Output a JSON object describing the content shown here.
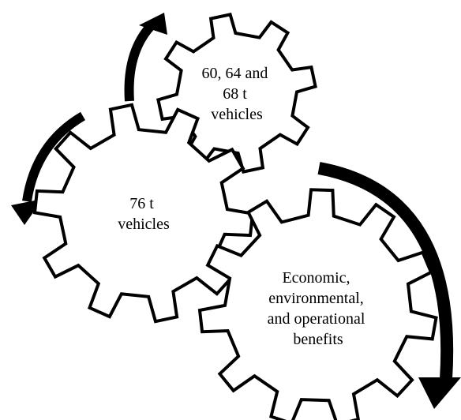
{
  "colors": {
    "gear_fill": "#ffffff",
    "gear_stroke": "#000000",
    "arrow": "#000000"
  },
  "gears": [
    {
      "id": "gear-top",
      "label_lines": [
        "60, 64 and",
        "68 t",
        "vehicles"
      ]
    },
    {
      "id": "gear-left",
      "label_lines": [
        "76 t",
        "vehicles"
      ]
    },
    {
      "id": "gear-right",
      "label_lines": [
        "Economic,",
        "environmental,",
        "and operational",
        "benefits"
      ]
    }
  ],
  "arrows": [
    {
      "id": "arrow-left",
      "direction": "counter-clockwise"
    },
    {
      "id": "arrow-top",
      "direction": "clockwise"
    },
    {
      "id": "arrow-right",
      "direction": "clockwise"
    }
  ]
}
